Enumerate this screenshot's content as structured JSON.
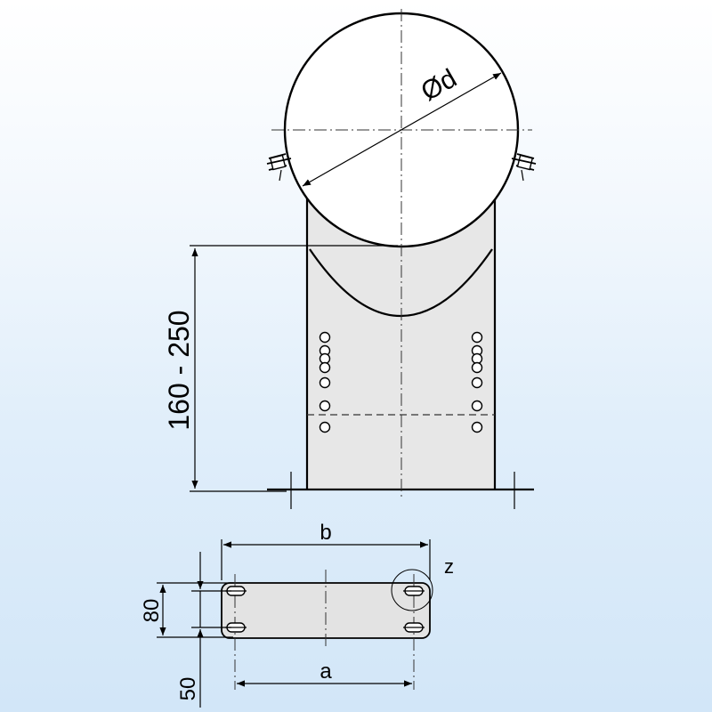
{
  "labels": {
    "diameter": "Ød",
    "height_range": "160 - 250",
    "width_b": "b",
    "width_a": "a",
    "plate_height": "80",
    "plate_offset": "50",
    "detail": "z"
  }
}
